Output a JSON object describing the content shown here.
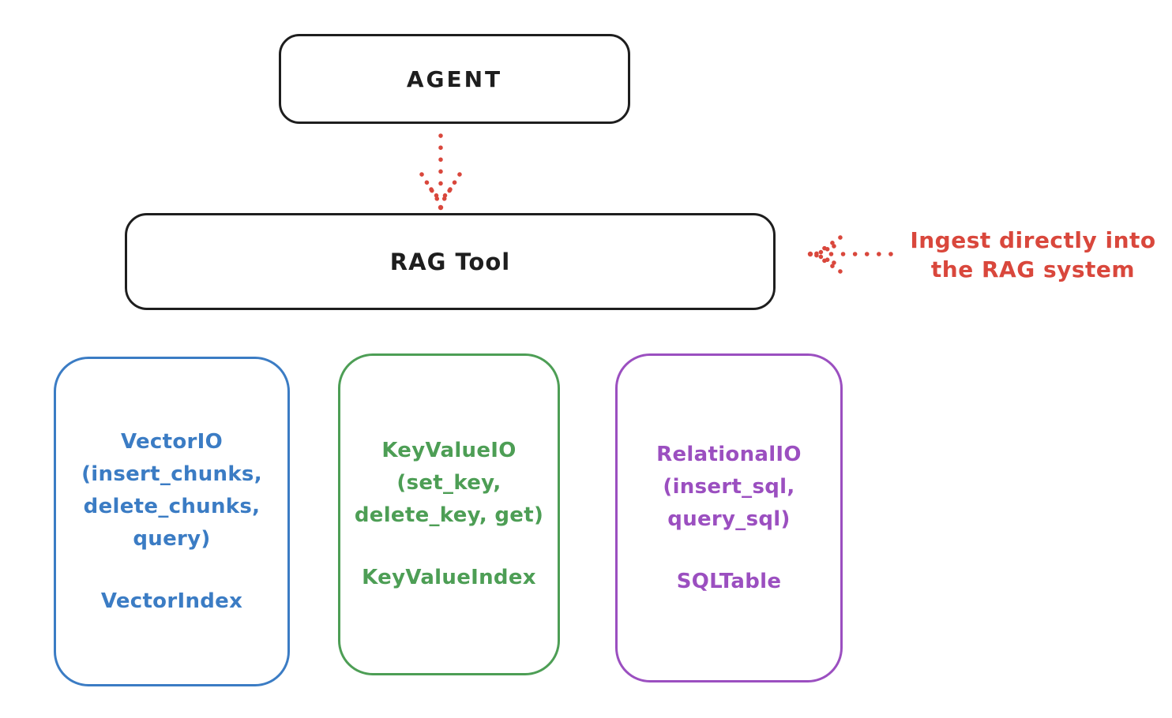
{
  "agent": {
    "label": "AGENT"
  },
  "rag_tool": {
    "label": "RAG Tool"
  },
  "annotation": {
    "line1": "Ingest directly into",
    "line2": "the RAG system"
  },
  "io_boxes": [
    {
      "lines": [
        "VectorIO",
        "(insert_chunks,",
        "delete_chunks,",
        "query)"
      ],
      "index_label": "VectorIndex",
      "color": "#3b7cc4"
    },
    {
      "lines": [
        "KeyValueIO",
        "(set_key,",
        "delete_key, get)"
      ],
      "index_label": "KeyValueIndex",
      "color": "#4d9e55"
    },
    {
      "lines": [
        "RelationalIO",
        "(insert_sql,",
        "query_sql)"
      ],
      "index_label": "SQLTable",
      "color": "#9b4fc0"
    }
  ],
  "colors": {
    "background": "#ffffff",
    "box_stroke": "#1e1e1e",
    "accent_red": "#d9473c",
    "vector_blue": "#3b7cc4",
    "keyvalue_green": "#4d9e55",
    "relational_purple": "#9b4fc0"
  }
}
